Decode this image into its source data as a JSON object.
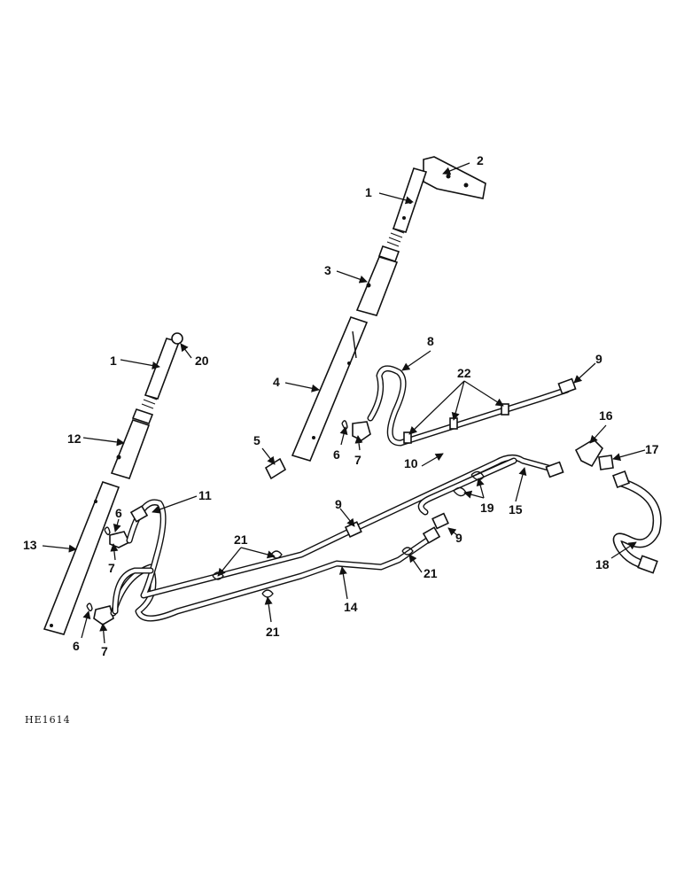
{
  "drawing_code": "HE1614",
  "callouts": {
    "c1a": "1",
    "c2": "2",
    "c3": "3",
    "c4": "4",
    "c5": "5",
    "c6a": "6",
    "c7a": "7",
    "c8": "8",
    "c9a": "9",
    "c10": "10",
    "c9b": "9",
    "c9c": "9",
    "c22": "22",
    "c16": "16",
    "c17": "17",
    "c19": "19",
    "c15": "15",
    "c18": "18",
    "c1b": "1",
    "c20": "20",
    "c12": "12",
    "c13": "13",
    "c6b": "6",
    "c7b": "7",
    "c11": "11",
    "c6c": "6",
    "c7c": "7",
    "c21a": "21",
    "c21b": "21",
    "c14": "14",
    "c21c": "21"
  }
}
